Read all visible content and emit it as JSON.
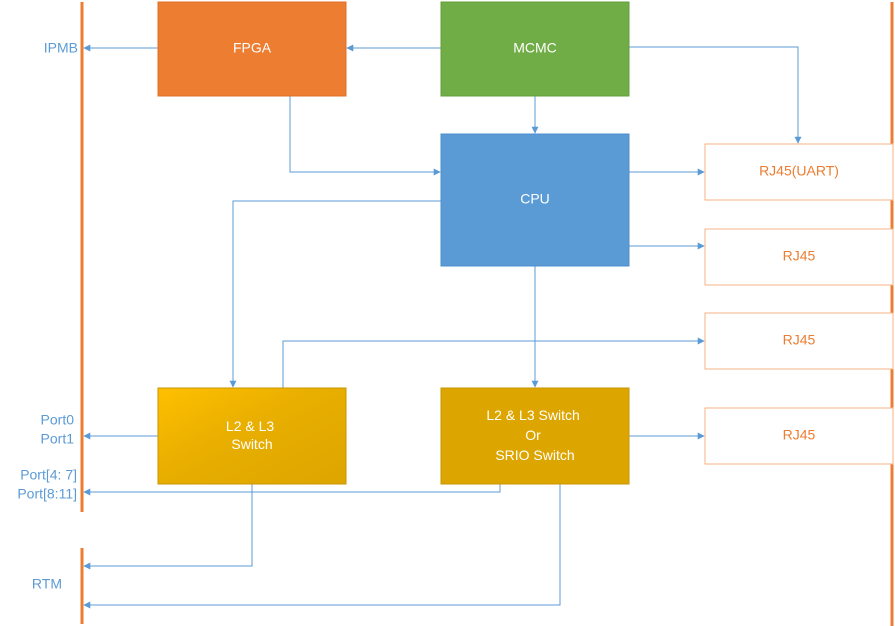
{
  "colors": {
    "fpga": "#ED7D31",
    "mcmc": "#70AD47",
    "cpu": "#5B9BD5",
    "switch": "#DDA500",
    "switch_highlight": "#FFC000",
    "rj45_border": "#F4B183",
    "bus": "#ED7D31",
    "connector": "#5B9BD5",
    "box_text": "#ffffff",
    "rj45_text": "#ED7D31",
    "port_text": "#5B9BD5"
  },
  "blocks": {
    "fpga": "FPGA",
    "mcmc": "MCMC",
    "cpu": "CPU",
    "switch_left": [
      "L2 & L3",
      "Switch"
    ],
    "switch_right": [
      "L2 & L3 Switch",
      "Or",
      "SRIO Switch"
    ]
  },
  "rj45": {
    "uart": "RJ45(UART)",
    "port_2": "RJ45",
    "port_3": "RJ45",
    "port_4": "RJ45"
  },
  "ports": {
    "ipmb": "IPMB",
    "port0": "Port0",
    "port1": "Port1",
    "port4_7": "Port[4: 7]",
    "port8_11": "Port[8:11]",
    "rtm": "RTM"
  }
}
